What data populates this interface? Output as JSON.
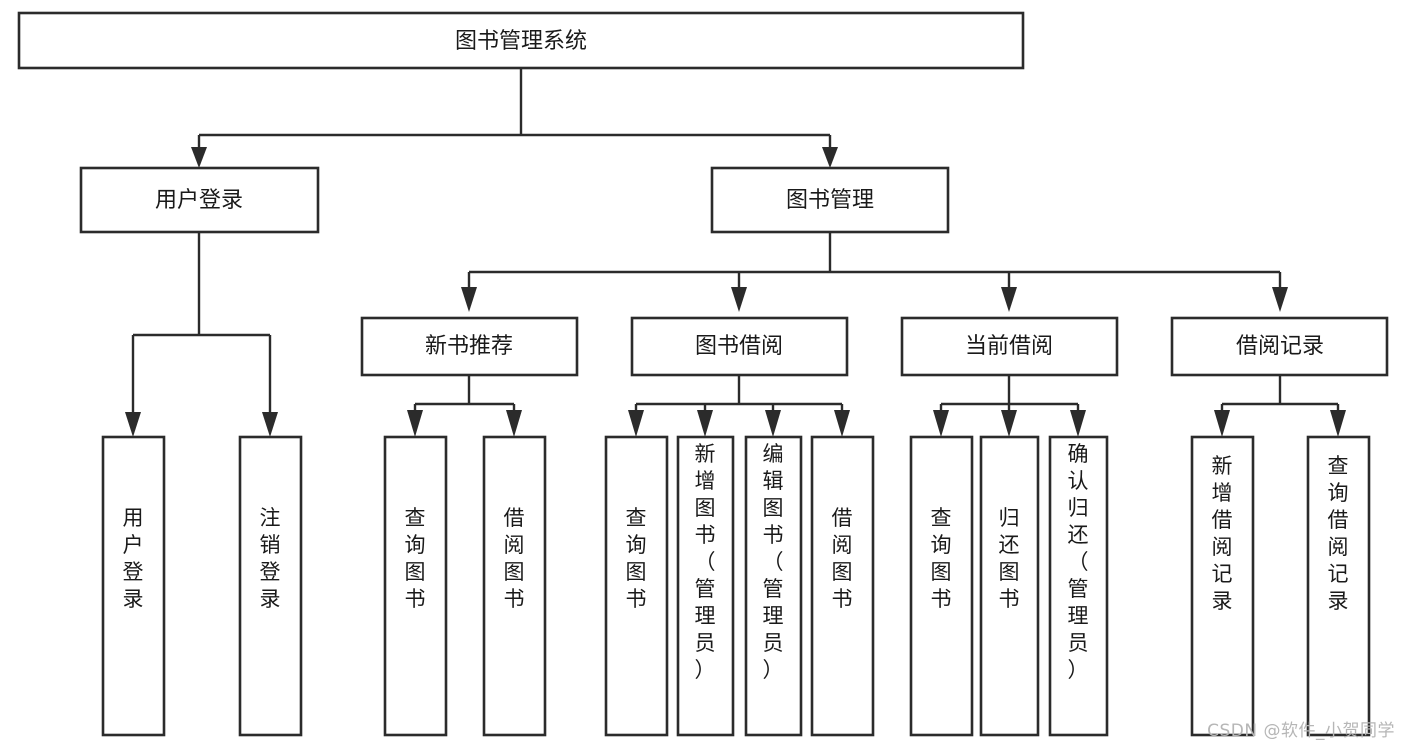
{
  "diagram": {
    "type": "tree-hierarchy",
    "title": "图书管理系统",
    "orientation": "top-down",
    "watermark": "CSDN @软件_小贺同学",
    "colors": {
      "background": "#ffffff",
      "box_fill": "#ffffff",
      "box_stroke": "#2b2b2b",
      "connector": "#2b2b2b",
      "text": "#1a1a1a",
      "watermark": "#b6b6b6"
    },
    "root": {
      "id": "root",
      "label": "图书管理系统",
      "level": 0,
      "text_orientation": "horizontal"
    },
    "level1": [
      {
        "id": "n-user-login",
        "label": "用户登录",
        "text_orientation": "horizontal"
      },
      {
        "id": "n-book-manage",
        "label": "图书管理",
        "text_orientation": "horizontal"
      }
    ],
    "level2": [
      {
        "id": "n-new-book-rec",
        "label": "新书推荐",
        "parent": "n-book-manage",
        "text_orientation": "horizontal"
      },
      {
        "id": "n-book-borrow",
        "label": "图书借阅",
        "parent": "n-book-manage",
        "text_orientation": "horizontal"
      },
      {
        "id": "n-current-borrow",
        "label": "当前借阅",
        "parent": "n-book-manage",
        "text_orientation": "horizontal"
      },
      {
        "id": "n-borrow-record",
        "label": "借阅记录",
        "parent": "n-book-manage",
        "text_orientation": "horizontal"
      }
    ],
    "leaves": [
      {
        "id": "leaf-user-login",
        "label": "用户登录",
        "parent": "n-user-login",
        "text_orientation": "vertical"
      },
      {
        "id": "leaf-logout",
        "label": "注销登录",
        "parent": "n-user-login",
        "text_orientation": "vertical"
      },
      {
        "id": "leaf-query-book-1",
        "label": "查询图书",
        "parent": "n-new-book-rec",
        "text_orientation": "vertical"
      },
      {
        "id": "leaf-borrow-book-1",
        "label": "借阅图书",
        "parent": "n-new-book-rec",
        "text_orientation": "vertical"
      },
      {
        "id": "leaf-query-book-2",
        "label": "查询图书",
        "parent": "n-book-borrow",
        "text_orientation": "vertical"
      },
      {
        "id": "leaf-add-book",
        "label": "新增图书（管理员）",
        "parent": "n-book-borrow",
        "text_orientation": "vertical"
      },
      {
        "id": "leaf-edit-book",
        "label": "编辑图书（管理员）",
        "parent": "n-book-borrow",
        "text_orientation": "vertical"
      },
      {
        "id": "leaf-borrow-book-2",
        "label": "借阅图书",
        "parent": "n-book-borrow",
        "text_orientation": "vertical"
      },
      {
        "id": "leaf-query-book-3",
        "label": "查询图书",
        "parent": "n-current-borrow",
        "text_orientation": "vertical"
      },
      {
        "id": "leaf-return-book",
        "label": "归还图书",
        "parent": "n-current-borrow",
        "text_orientation": "vertical"
      },
      {
        "id": "leaf-confirm-return",
        "label": "确认归还（管理员）",
        "parent": "n-current-borrow",
        "text_orientation": "vertical"
      },
      {
        "id": "leaf-add-record",
        "label": "新增借阅记录",
        "parent": "n-borrow-record",
        "text_orientation": "vertical"
      },
      {
        "id": "leaf-query-record",
        "label": "查询借阅记录",
        "parent": "n-borrow-record",
        "text_orientation": "vertical"
      }
    ]
  }
}
